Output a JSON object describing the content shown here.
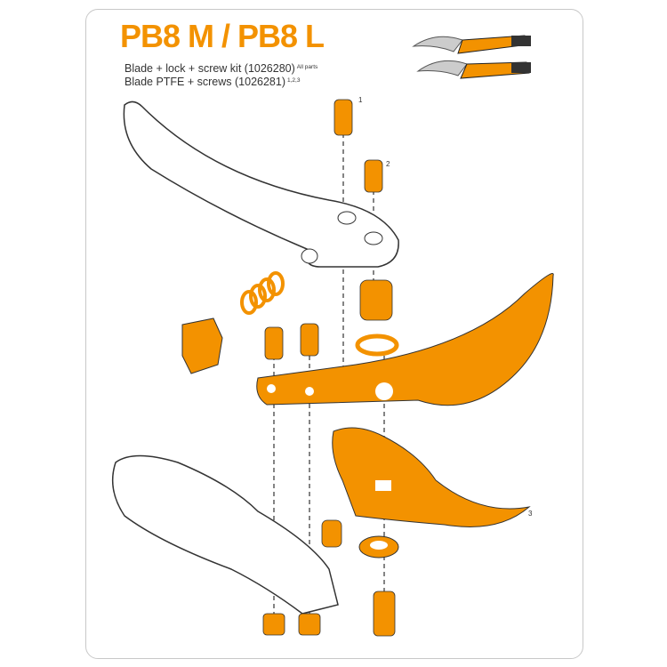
{
  "title": "PB8 M / PB8 L",
  "kits": [
    {
      "label": "Blade + lock + screw kit (1026280)",
      "note": "All parts"
    },
    {
      "label": "Blade PTFE + screws (1026281)",
      "note": "1,2,3"
    }
  ],
  "callouts": [
    "1",
    "2",
    "3"
  ],
  "colors": {
    "accent": "#f39200",
    "outline": "#333333",
    "border": "#c8c8c8"
  }
}
